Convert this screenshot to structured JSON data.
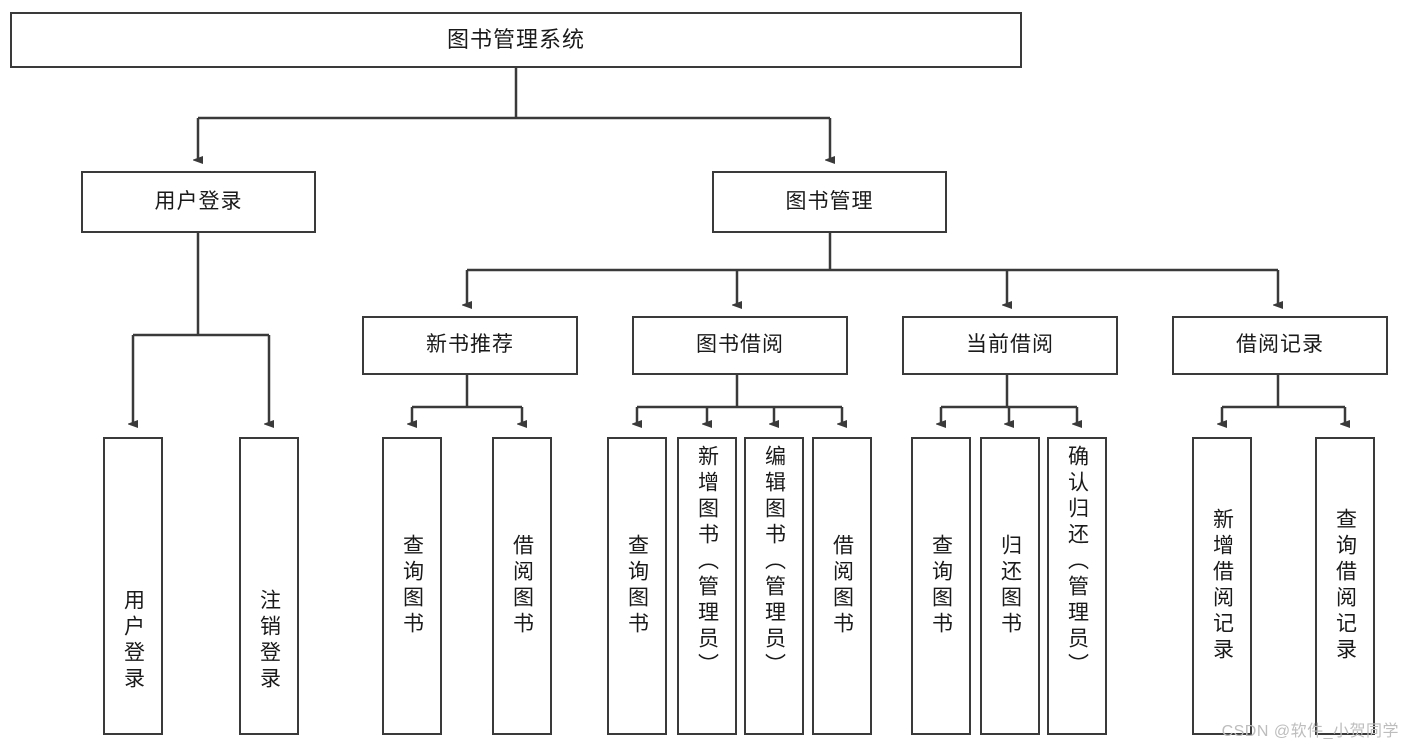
{
  "diagram": {
    "title": "图书管理系统",
    "type": "tree-hierarchy-diagram",
    "colors": {
      "box_border": "#3a3a3a",
      "box_fill": "#ffffff",
      "connector": "#3a3a3a",
      "text": "#1a1a1a",
      "watermark": "#bdbdbd"
    },
    "root": {
      "label": "图书管理系统"
    },
    "level1": [
      {
        "label": "用户登录"
      },
      {
        "label": "图书管理"
      }
    ],
    "level2": [
      {
        "label": "新书推荐"
      },
      {
        "label": "图书借阅"
      },
      {
        "label": "当前借阅"
      },
      {
        "label": "借阅记录"
      }
    ],
    "leaves": {
      "user_login": [
        {
          "label": "用户登录"
        },
        {
          "label": "注销登录"
        }
      ],
      "new_book_recommend": [
        {
          "label": "查询图书"
        },
        {
          "label": "借阅图书"
        }
      ],
      "book_borrow": [
        {
          "label": "查询图书"
        },
        {
          "label": "新增图书（管理员）"
        },
        {
          "label": "编辑图书（管理员）"
        },
        {
          "label": "借阅图书"
        }
      ],
      "current_borrow": [
        {
          "label": "查询图书"
        },
        {
          "label": "归还图书"
        },
        {
          "label": "确认归还（管理员）"
        }
      ],
      "borrow_record": [
        {
          "label": "新增借阅记录"
        },
        {
          "label": "查询借阅记录"
        }
      ]
    }
  },
  "watermark": {
    "text": "CSDN @软件_小贺同学"
  }
}
